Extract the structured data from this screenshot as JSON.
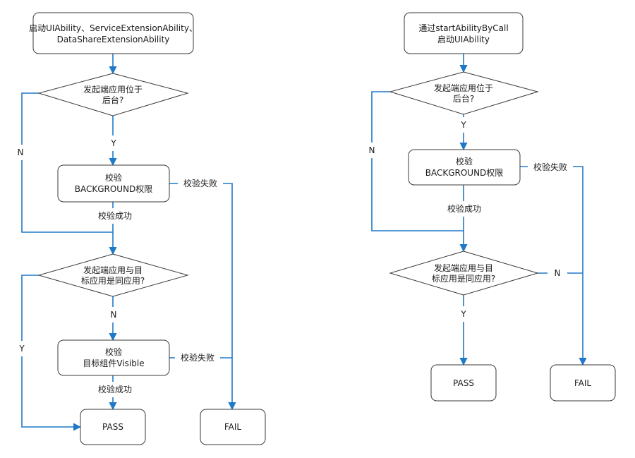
{
  "left": {
    "start": [
      "启动UIAbility、ServiceExtensionAbility、",
      "DataShareExtensionAbility"
    ],
    "decision_background": [
      "发起端应用位于",
      "后台?"
    ],
    "check_background": [
      "校验",
      "BACKGROUND权限"
    ],
    "decision_same_app": [
      "发起端应用与目",
      "标应用是同应用?"
    ],
    "check_visible": [
      "校验",
      "目标组件Visible"
    ],
    "pass": "PASS",
    "fail": "FAIL",
    "labels": {
      "y1": "Y",
      "n1": "N",
      "fail1": "校验失败",
      "success1": "校验成功",
      "n2": "N",
      "y2": "Y",
      "fail2": "校验失败",
      "success2": "校验成功"
    }
  },
  "right": {
    "start": [
      "通过startAbilityByCall",
      "启动UIAbility"
    ],
    "decision_background": [
      "发起端应用位于",
      "后台?"
    ],
    "check_background": [
      "校验",
      "BACKGROUND权限"
    ],
    "decision_same_app": [
      "发起端应用与目",
      "标应用是同应用?"
    ],
    "pass": "PASS",
    "fail": "FAIL",
    "labels": {
      "y1": "Y",
      "n1": "N",
      "fail1": "校验失败",
      "success1": "校验成功",
      "n2": "N",
      "y2": "Y"
    }
  },
  "colors": {
    "edge": "#1f78c8",
    "border": "#3a3a3a"
  }
}
